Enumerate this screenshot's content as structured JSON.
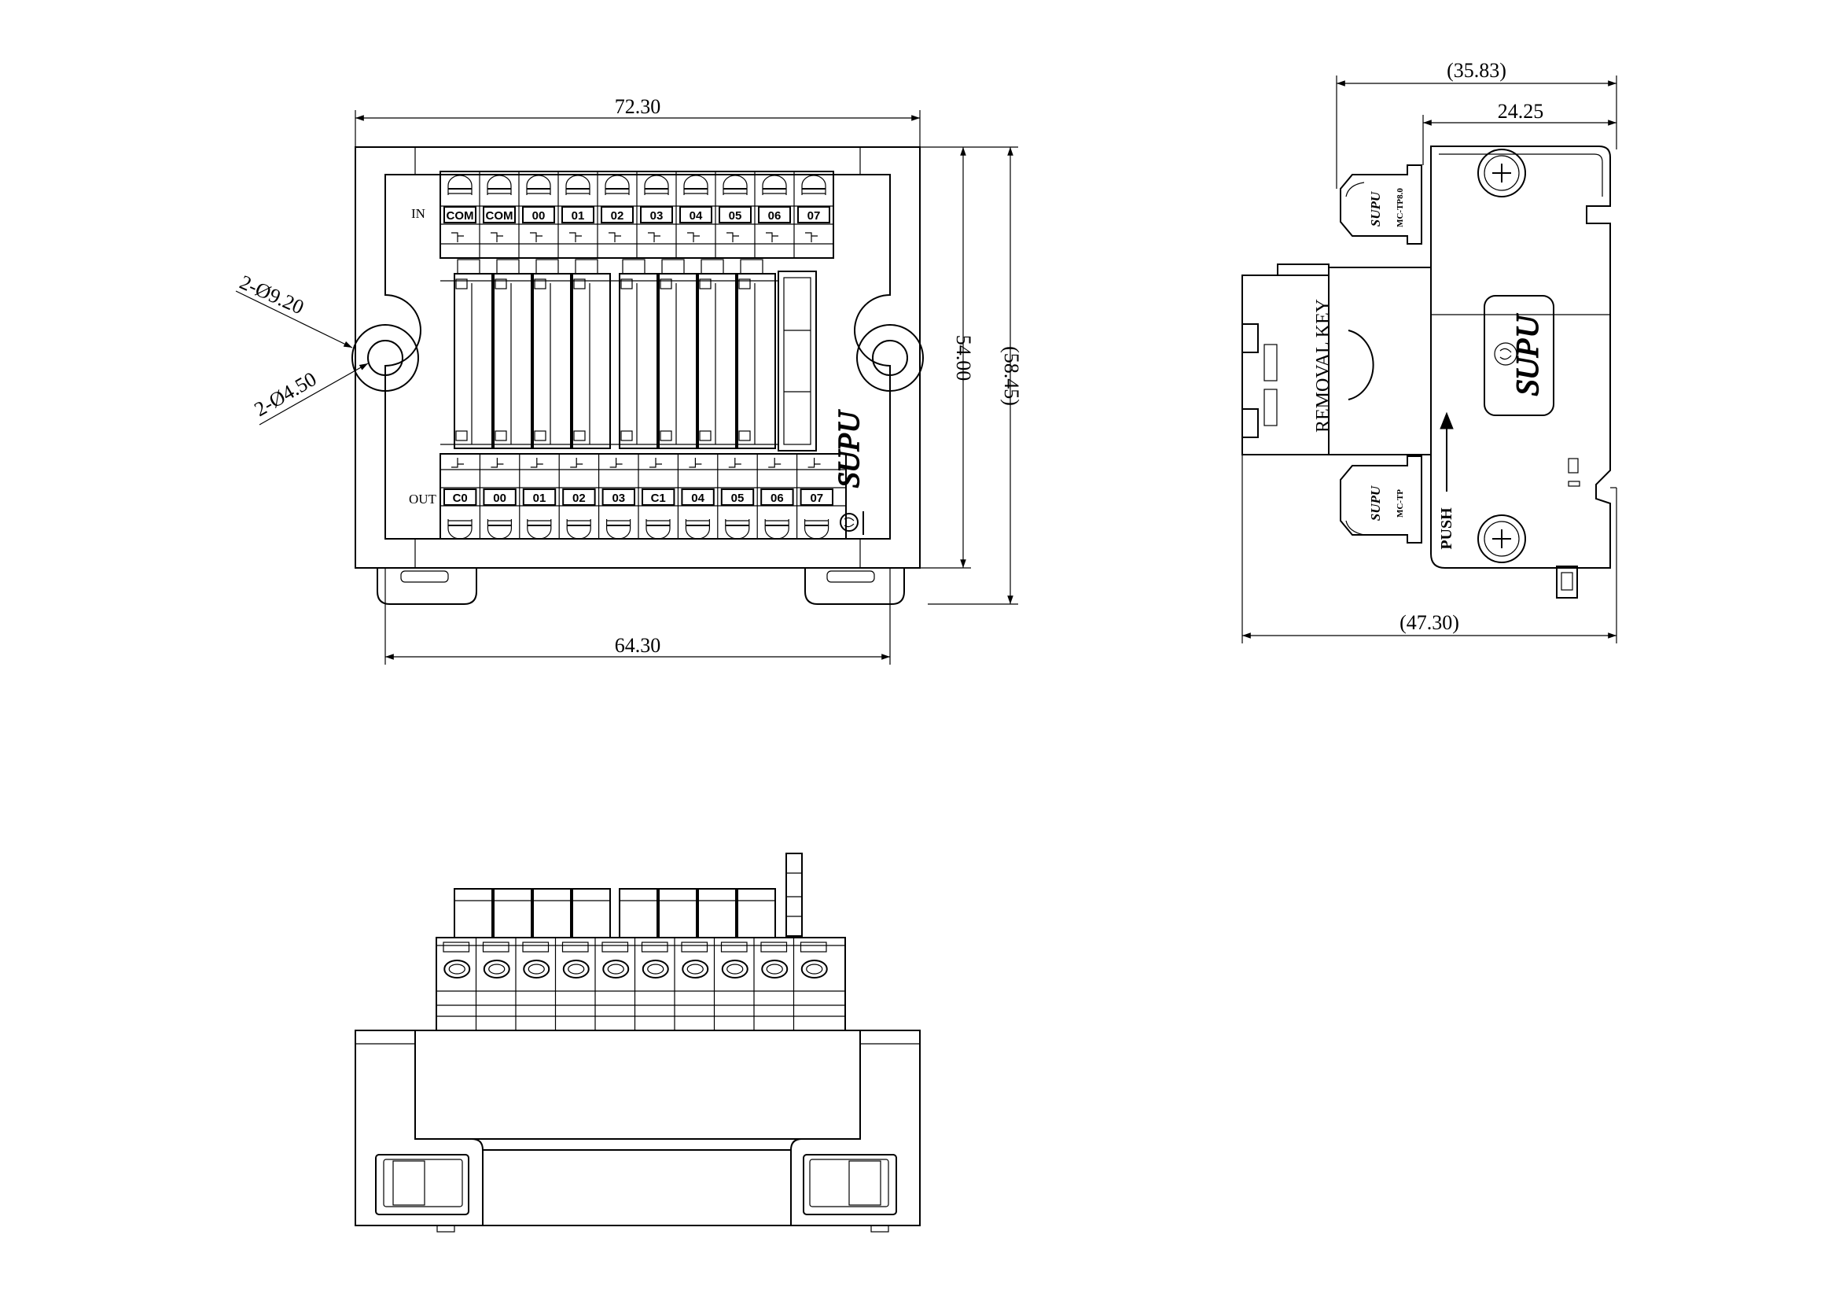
{
  "front_view": {
    "dim_width_overall": "72.30",
    "dim_width_base": "64.30",
    "dim_height": "54.00",
    "dim_height_overall": "(58.45)",
    "hole_outer_callout": "2-Ø9.20",
    "hole_inner_callout": "2-Ø4.50",
    "in_label": "IN",
    "out_label": "OUT",
    "in_terminals": [
      "COM",
      "COM",
      "00",
      "01",
      "02",
      "03",
      "04",
      "05",
      "06",
      "07"
    ],
    "out_terminals": [
      "C0",
      "00",
      "01",
      "02",
      "03",
      "C1",
      "04",
      "05",
      "06",
      "07"
    ],
    "brand": "SUPU"
  },
  "side_view": {
    "dim_top_overall": "(35.83)",
    "dim_top_body": "24.25",
    "dim_bottom_overall": "(47.30)",
    "removal_key_text": "REMOVAL KEY",
    "push_text": "PUSH",
    "brand": "SUPU",
    "terminal_top_brand": "SUPU",
    "terminal_top_model": "MC-TP8.0",
    "terminal_bottom_brand": "SUPU",
    "terminal_bottom_model": "MC-TP"
  },
  "icons": [
    "supu-logo-icon",
    "screw-icon",
    "push-arrow-icon"
  ]
}
